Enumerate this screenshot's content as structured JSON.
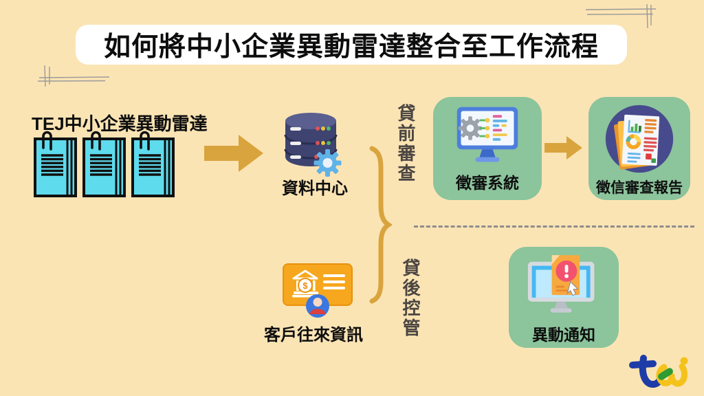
{
  "title": "如何將中小企業異動雷達整合至工作流程",
  "source": {
    "label": "TEJ中小企業異動雷達",
    "document_count": 3
  },
  "nodes": {
    "data_center": "資料中心",
    "customer_info": "客戶往來資訊",
    "credit_system": "徵審系統",
    "credit_report": "徵信審查報告",
    "change_notice": "異動通知"
  },
  "stages": {
    "pre_loan": "貸前審查",
    "post_loan": "貸後控管"
  },
  "logo": "tej",
  "colors": {
    "background": "#FBE4B4",
    "title_bg": "#FFFFFF",
    "text": "#0E0E0E",
    "stage_text": "#4B4642",
    "accent_gold": "#D9A43E",
    "panel_green": "#8CC49C",
    "doc_cyan": "#5EDBEC",
    "dashed_line": "#8C8C8C",
    "logo_blue": "#1E3CA8",
    "logo_yellow": "#F5C21C",
    "logo_green": "#2E9B33"
  },
  "icons": {
    "radar_documents": "document-stack",
    "data_center": "database-gear",
    "customer_card": "bank-card-person",
    "flow_arrow": "right-arrow",
    "grouping_brace": "curly-brace",
    "credit_system": "monitor-code-gear",
    "credit_report": "report-documents-circle",
    "change_notice": "monitor-alert-document",
    "divider": "dashed-line",
    "brand": "tej-logo"
  }
}
